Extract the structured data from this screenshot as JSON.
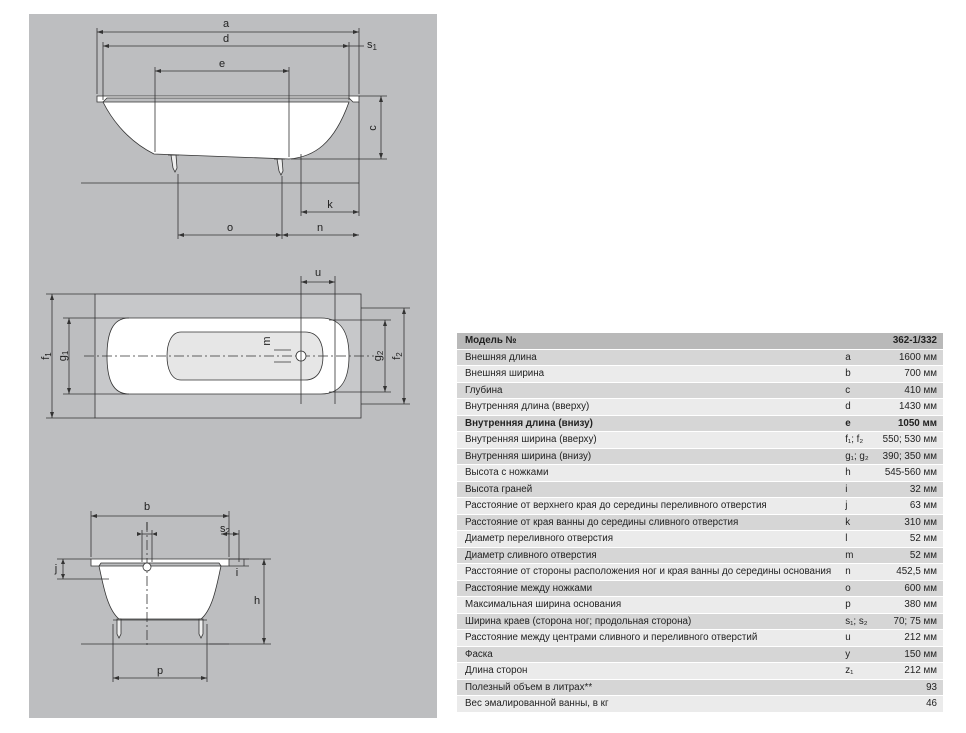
{
  "drawing": {
    "side_labels": {
      "a": "a",
      "d": "d",
      "e": "e",
      "s1": "s",
      "s1_sub": "1",
      "c": "c",
      "k": "k",
      "o": "o",
      "n": "n"
    },
    "top_labels": {
      "u": "u",
      "m": "m",
      "f1": "f",
      "f1_sub": "1",
      "g1": "g",
      "g1_sub": "1",
      "g2": "g",
      "g2_sub": "2",
      "f2": "f",
      "f2_sub": "2"
    },
    "end_labels": {
      "b": "b",
      "l": "l",
      "s2": "s",
      "s2_sub": "2",
      "j": "j",
      "i": "i",
      "h": "h",
      "p": "p"
    }
  },
  "table": {
    "header": {
      "label": "Модель №",
      "symbol": "",
      "value": "362-1/332"
    },
    "rows": [
      {
        "label": "Внешняя длина",
        "symbol": "a",
        "value": "1600 мм"
      },
      {
        "label": "Внешняя ширина",
        "symbol": "b",
        "value": "700 мм"
      },
      {
        "label": "Глубина",
        "symbol": "c",
        "value": "410 мм"
      },
      {
        "label": "Внутренняя длина (вверху)",
        "symbol": "d",
        "value": "1430 мм"
      },
      {
        "label": "Внутренняя длина (внизу)",
        "symbol": "e",
        "value": "1050 мм",
        "bold": true
      },
      {
        "label": "Внутренняя ширина (вверху)",
        "symbol": "f₁; f₂",
        "value": "550; 530 мм"
      },
      {
        "label": "Внутренняя ширина (внизу)",
        "symbol": "g₁; g₂",
        "value": "390; 350 мм"
      },
      {
        "label": "Высота с ножками",
        "symbol": "h",
        "value": "545-560 мм"
      },
      {
        "label": "Высота граней",
        "symbol": "i",
        "value": "32 мм"
      },
      {
        "label": "Расстояние от верхнего края до середины переливного отверстия",
        "symbol": "j",
        "value": "63 мм"
      },
      {
        "label": "Расстояние от края ванны до середины сливного отверстия",
        "symbol": "k",
        "value": "310 мм"
      },
      {
        "label": "Диаметр переливного отверстия",
        "symbol": "l",
        "value": "52 мм"
      },
      {
        "label": "Диаметр сливного отверстия",
        "symbol": "m",
        "value": "52 мм"
      },
      {
        "label": "Расстояние от стороны расположения ног и края ванны до середины основания",
        "symbol": "n",
        "value": "452,5 мм"
      },
      {
        "label": "Расстояние между ножками",
        "symbol": "o",
        "value": "600 мм"
      },
      {
        "label": "Максимальная ширина основания",
        "symbol": "p",
        "value": "380 мм"
      },
      {
        "label": "Ширина краев (сторона ног; продольная сторона)",
        "symbol": "s₁; s₂",
        "value": "70; 75 мм"
      },
      {
        "label": "Расстояние между центрами сливного и переливного отверстий",
        "symbol": "u",
        "value": "212 мм"
      },
      {
        "label": "Фаска",
        "symbol": "y",
        "value": "150 мм"
      },
      {
        "label": "Длина сторон",
        "symbol": "z₁",
        "value": "212 мм"
      },
      {
        "label": "Полезный объем в литрах**",
        "symbol": "",
        "value": "93"
      },
      {
        "label": "Вес эмалированной ванны, в кг",
        "symbol": "",
        "value": "46"
      }
    ]
  }
}
